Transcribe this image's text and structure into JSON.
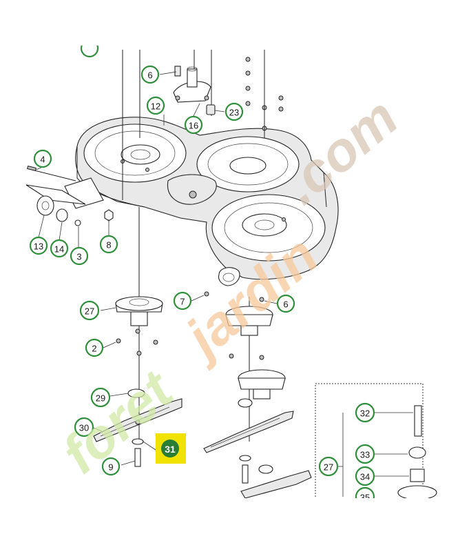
{
  "callouts": {
    "c6a": "6",
    "c23": "23",
    "c12": "12",
    "c16": "16",
    "c4": "4",
    "c13": "13",
    "c14": "14",
    "c3": "3",
    "c8": "8",
    "c7": "7",
    "c6b": "6",
    "c27a": "27",
    "c2": "2",
    "c29": "29",
    "c30": "30",
    "c9": "9",
    "c31": "31",
    "c32": "32",
    "c33": "33",
    "c34": "34",
    "c27b": "27",
    "c35": "35"
  },
  "highlight_color": "#f2e200",
  "callout_ring_color": "#2f8f3a",
  "watermark": {
    "logo_text": "foretjardin.com",
    "colors": {
      "green": "#cfe8a6",
      "orange": "#f7c89a",
      "grey": "#d9c7b4"
    }
  }
}
